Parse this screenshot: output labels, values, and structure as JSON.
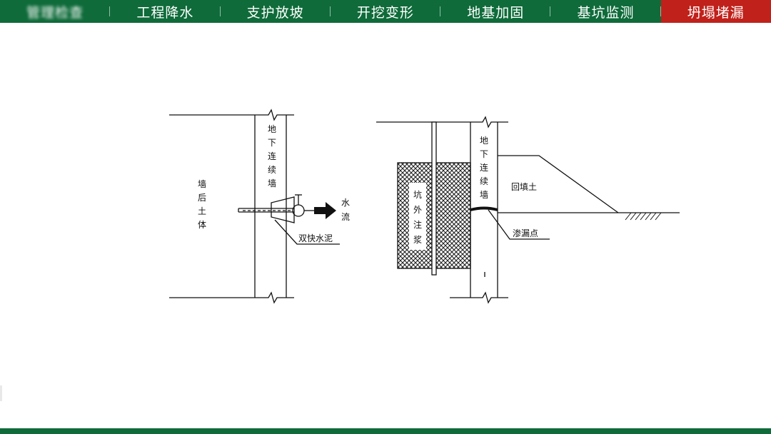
{
  "nav": {
    "tabs": [
      {
        "label": "管理检查",
        "active": false,
        "blurred": true
      },
      {
        "label": "工程降水",
        "active": false
      },
      {
        "label": "支护放坡",
        "active": false
      },
      {
        "label": "开挖变形",
        "active": false
      },
      {
        "label": "地基加固",
        "active": false
      },
      {
        "label": "基坑监测",
        "active": false
      },
      {
        "label": "坍塌堵漏",
        "active": true
      }
    ]
  },
  "colors": {
    "nav_bg": "#0f6b3a",
    "nav_active": "#c0211b",
    "nav_text": "#ffffff",
    "line": "#111111"
  },
  "diagram_left": {
    "wall_label": [
      "地",
      "下",
      "连",
      "续",
      "墙"
    ],
    "soil_label": [
      "墙",
      "后",
      "土",
      "体"
    ],
    "water_label": [
      "水",
      "流"
    ],
    "cement_label": "双快水泥"
  },
  "diagram_right": {
    "wall_label": [
      "地",
      "下",
      "连",
      "续",
      "墙"
    ],
    "grout_label": [
      "坑",
      "外",
      "注",
      "浆"
    ],
    "backfill_label": "回填土",
    "leak_label": "渗漏点"
  }
}
